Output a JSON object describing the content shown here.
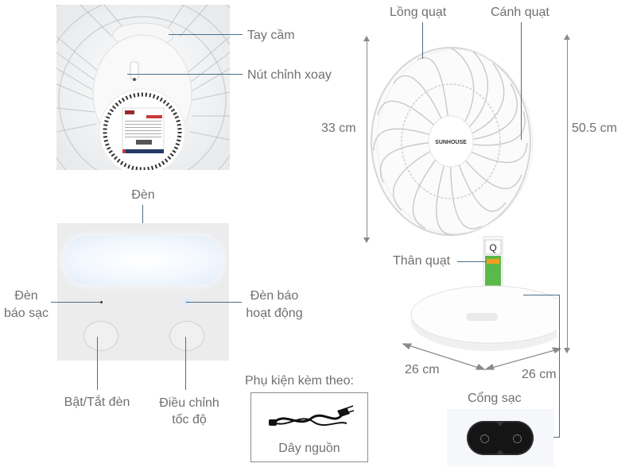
{
  "brand": "SUNHOUSE",
  "colors": {
    "leader_line": "#4a6f8a",
    "dimension_line": "#8a8a8a",
    "label_text": "#707070",
    "panel_bg": "#ececec",
    "lamp_glow": "#eef6ff"
  },
  "top_left_photo": {
    "labels": {
      "handle": "Tay cầm",
      "rotation_knob": "Nút chỉnh xoay"
    }
  },
  "control_panel": {
    "labels": {
      "lamp": "Đèn",
      "charge_indicator": "Đèn\nbáo sạc",
      "charge_indicator_line1": "Đèn",
      "charge_indicator_line2": "báo sạc",
      "activity_indicator_line1": "Đèn báo",
      "activity_indicator_line2": "hoạt động",
      "light_toggle": "Bật/Tắt đèn",
      "speed_adjust_line1": "Điều chỉnh",
      "speed_adjust_line2": "tốc độ"
    }
  },
  "accessories": {
    "heading": "Phụ kiện kèm theo:",
    "items": [
      {
        "label": "Dây nguồn",
        "icon": "power-cord-icon"
      }
    ]
  },
  "fan": {
    "labels": {
      "cage": "Lồng quạt",
      "blade": "Cánh quạt",
      "body": "Thân quạt",
      "charging_port": "Cổng sạc"
    },
    "dimensions": {
      "head_height": "33 cm",
      "total_height": "50.5 cm",
      "base_width": "26 cm",
      "base_depth": "26 cm"
    }
  }
}
